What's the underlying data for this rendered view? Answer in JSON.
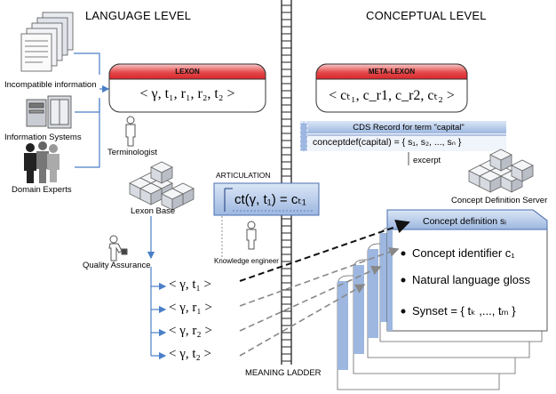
{
  "headers": {
    "language_level": "LANGUAGE LEVEL",
    "conceptual_level": "CONCEPTUAL LEVEL"
  },
  "sources": {
    "incompatible": "Incompatible information",
    "information_systems": "Information Systems",
    "domain_experts": "Domain Experts"
  },
  "lexon": {
    "title": "LEXON",
    "formula": "< γ, t₁, r₁, r₂, t₂ >"
  },
  "meta_lexon": {
    "title": "META-LEXON",
    "formula": "< cₜ₁, c_r1, c_r2, cₜ₂ >"
  },
  "roles": {
    "terminologist": "Terminologist",
    "lexon_base": "Lexon Base",
    "quality_assurance": "Quality Assurance",
    "knowledge_engineer": "Knowledge engineer",
    "concept_definition_server": "Concept Definition Server"
  },
  "articulation": {
    "label": "ARTICULATION",
    "formula": "ct(γ, t₁) = cₜ₁"
  },
  "cds_record": {
    "title": "CDS Record for term \"capital\"",
    "formula": "conceptdef(capital) = { s₁, s₂, ..., sₙ }",
    "excerpt": "excerpt"
  },
  "concept_card": {
    "title": "Concept definition sᵢ",
    "bullets": [
      "Concept identifier c₁",
      "Natural language gloss",
      "Synset = { tₖ ,..., tₘ }"
    ]
  },
  "pairs": [
    "< γ, t₁ >",
    "< γ, r₁ >",
    "< γ, r₂ >",
    "< γ, t₂ >"
  ],
  "meaning_ladder": "MEANING LADDER",
  "colors": {
    "lexon_red": "#e0303a",
    "link_blue": "#4a7fc8",
    "panel_blue": "#a8c0e6",
    "box_stroke": "#333333"
  }
}
